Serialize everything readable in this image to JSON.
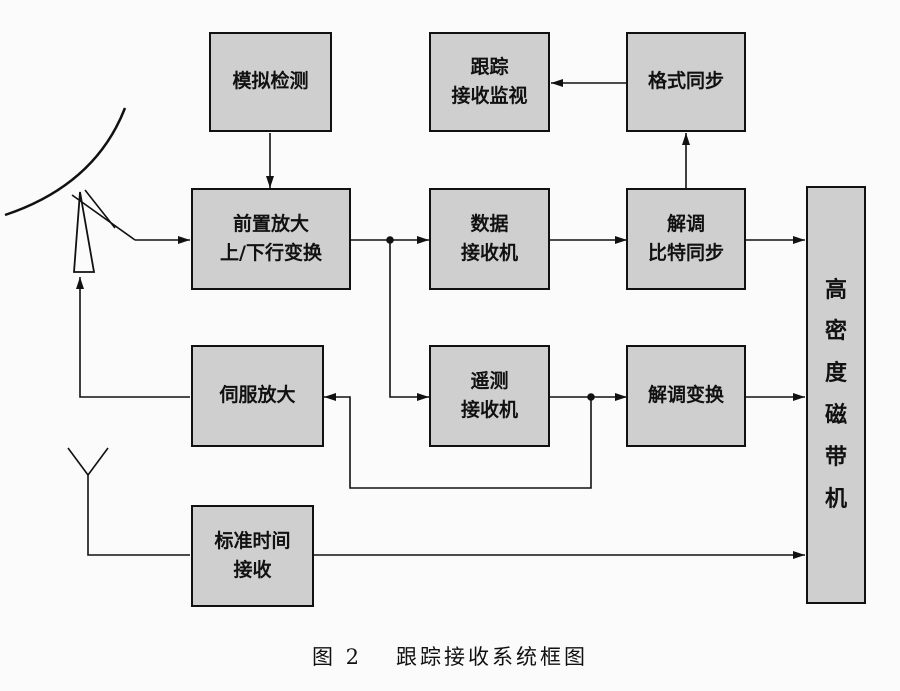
{
  "blocks": {
    "analog_detect": {
      "lines": [
        "模拟检测"
      ]
    },
    "preamp": {
      "lines": [
        "前置放大",
        "上/下行变换"
      ]
    },
    "servo_amp": {
      "lines": [
        "伺服放大"
      ]
    },
    "std_time": {
      "lines": [
        "标准时间",
        "接收"
      ]
    },
    "tracking_monitor": {
      "lines": [
        "跟踪",
        "接收监视"
      ]
    },
    "data_receiver": {
      "lines": [
        "数据",
        "接收机"
      ]
    },
    "telemetry_receiver": {
      "lines": [
        "遥测",
        "接收机"
      ]
    },
    "format_sync": {
      "lines": [
        "格式同步"
      ]
    },
    "demod_bitsync": {
      "lines": [
        "解调",
        "比特同步"
      ]
    },
    "demod_convert": {
      "lines": [
        "解调变换"
      ]
    },
    "tape_recorder": {
      "lines": [
        "高",
        "密",
        "度",
        "磁",
        "带",
        "机"
      ]
    }
  },
  "caption": {
    "figure": "图 2",
    "title": "跟踪接收系统框图"
  }
}
